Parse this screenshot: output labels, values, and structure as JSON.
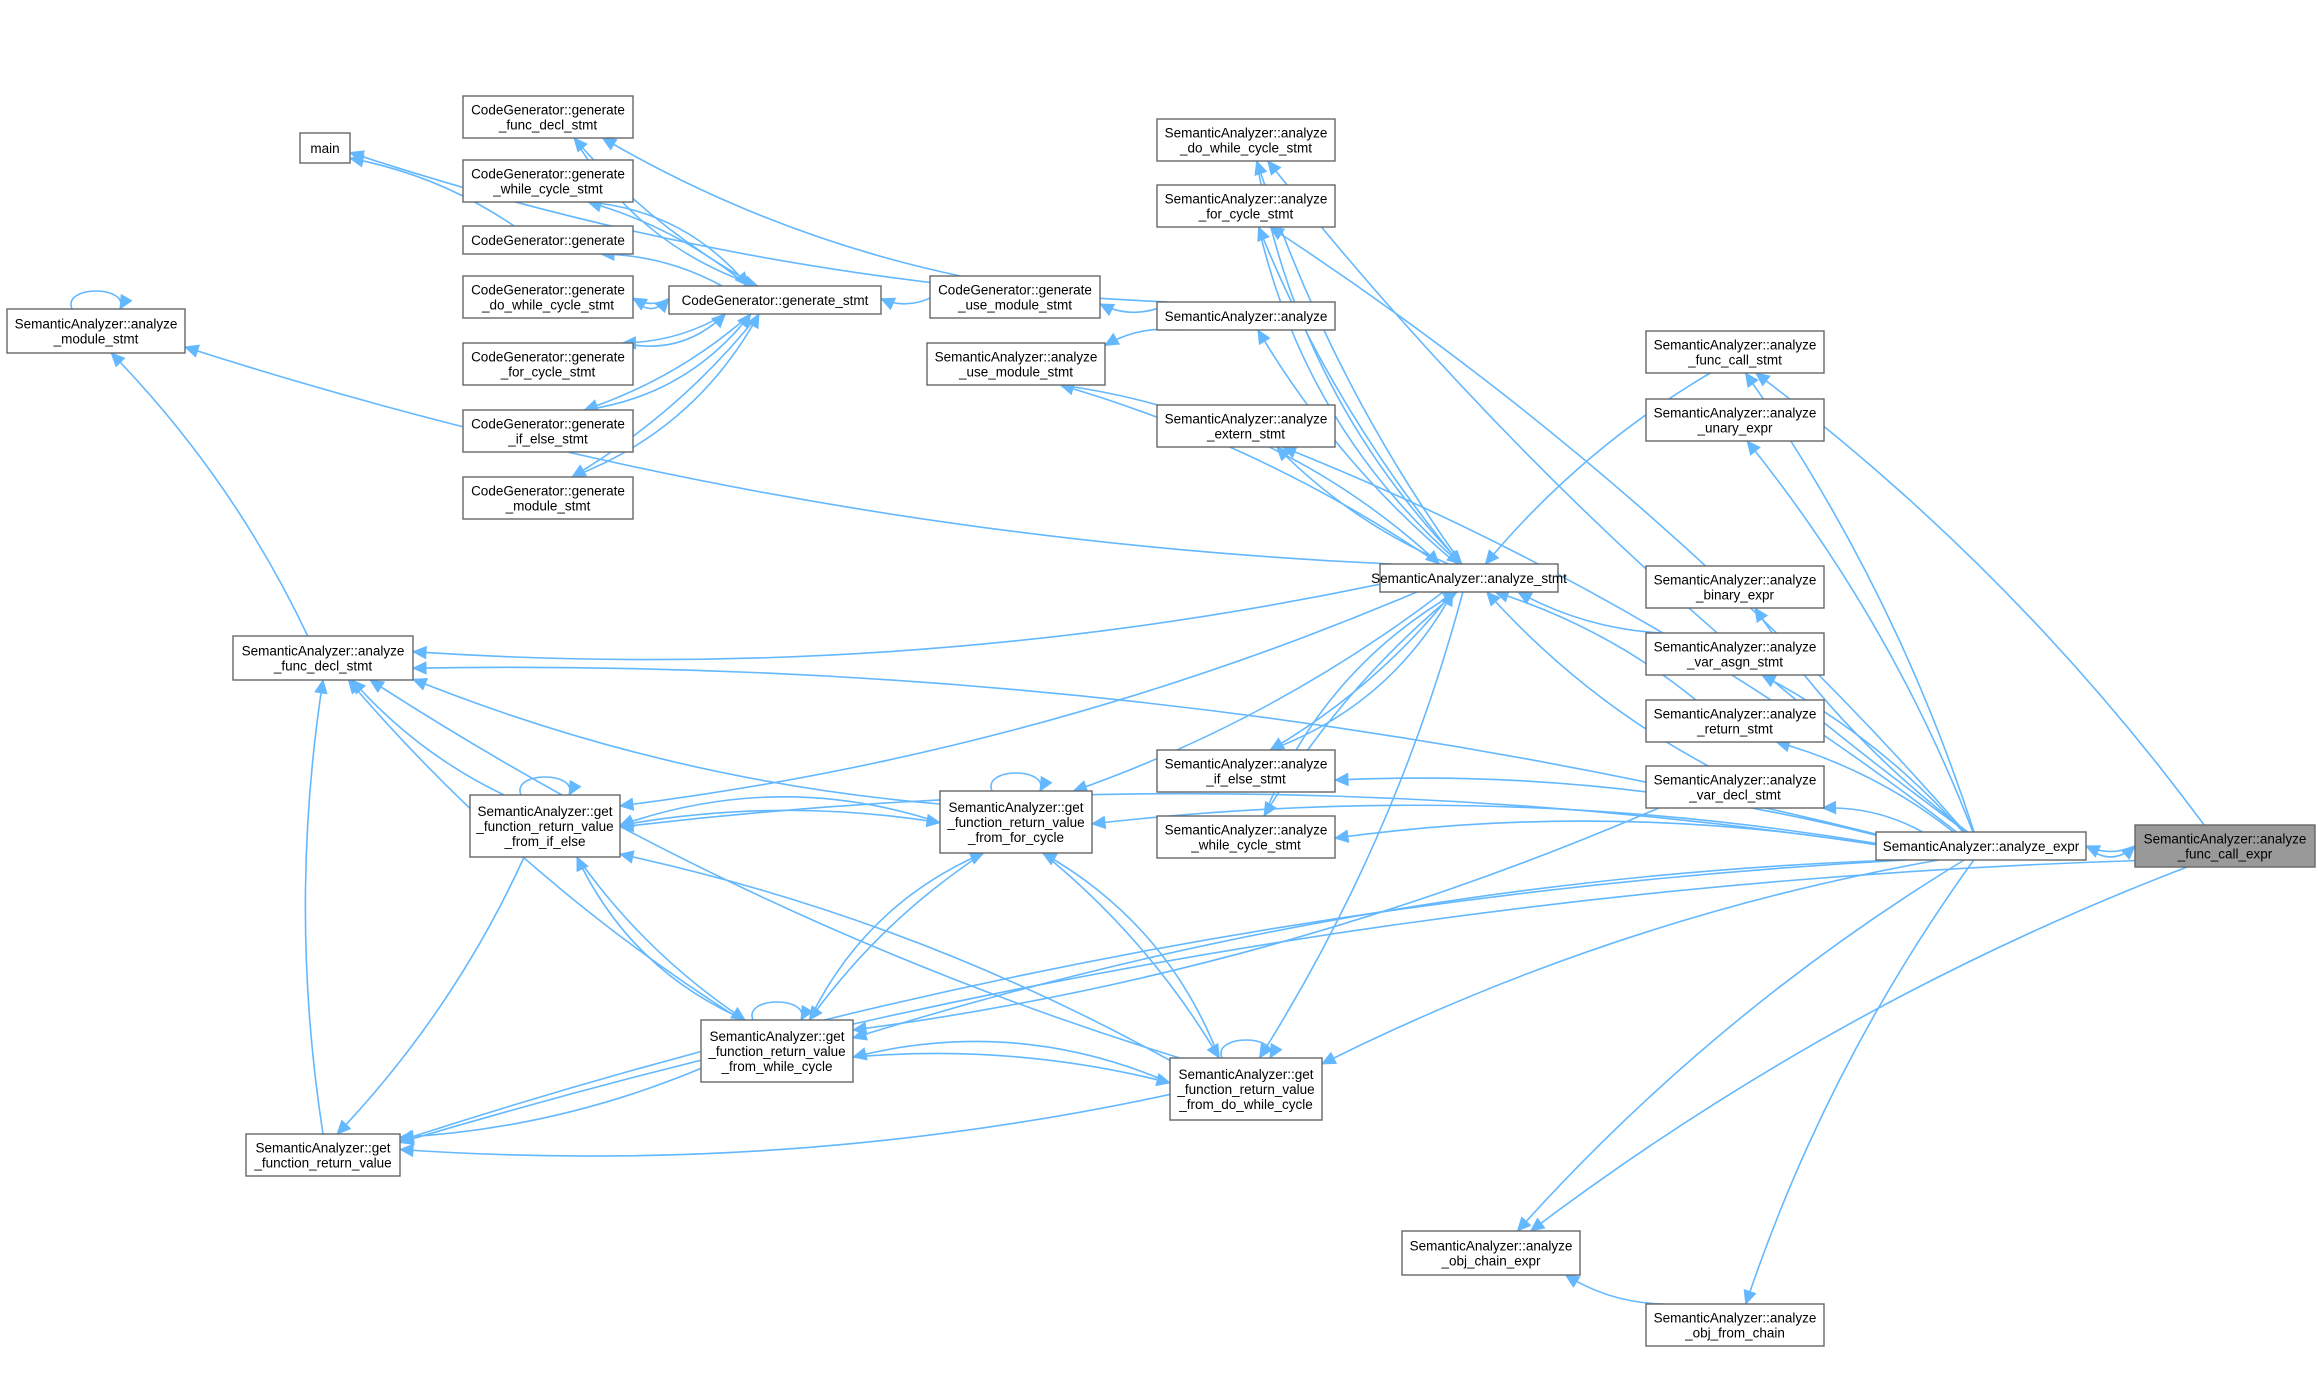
{
  "nodes": {
    "main": {
      "lines": [
        "main"
      ]
    },
    "cg_gen_func_decl": {
      "lines": [
        "CodeGenerator::generate",
        "_func_decl_stmt"
      ]
    },
    "cg_gen_while": {
      "lines": [
        "CodeGenerator::generate",
        "_while_cycle_stmt"
      ]
    },
    "cg_generate": {
      "lines": [
        "CodeGenerator::generate"
      ]
    },
    "cg_gen_do_while": {
      "lines": [
        "CodeGenerator::generate",
        "_do_while_cycle_stmt"
      ]
    },
    "cg_gen_for": {
      "lines": [
        "CodeGenerator::generate",
        "_for_cycle_stmt"
      ]
    },
    "cg_gen_if_else": {
      "lines": [
        "CodeGenerator::generate",
        "_if_else_stmt"
      ]
    },
    "cg_gen_module": {
      "lines": [
        "CodeGenerator::generate",
        "_module_stmt"
      ]
    },
    "cg_gen_stmt": {
      "lines": [
        "CodeGenerator::generate_stmt"
      ]
    },
    "cg_gen_use_module": {
      "lines": [
        "CodeGenerator::generate",
        "_use_module_stmt"
      ]
    },
    "sa_module_stmt": {
      "lines": [
        "SemanticAnalyzer::analyze",
        "_module_stmt"
      ]
    },
    "sa_do_while": {
      "lines": [
        "SemanticAnalyzer::analyze",
        "_do_while_cycle_stmt"
      ]
    },
    "sa_for_cycle": {
      "lines": [
        "SemanticAnalyzer::analyze",
        "_for_cycle_stmt"
      ]
    },
    "sa_analyze": {
      "lines": [
        "SemanticAnalyzer::analyze"
      ]
    },
    "sa_use_module": {
      "lines": [
        "SemanticAnalyzer::analyze",
        "_use_module_stmt"
      ]
    },
    "sa_extern": {
      "lines": [
        "SemanticAnalyzer::analyze",
        "_extern_stmt"
      ]
    },
    "sa_stmt": {
      "lines": [
        "SemanticAnalyzer::analyze_stmt"
      ]
    },
    "sa_func_decl": {
      "lines": [
        "SemanticAnalyzer::analyze",
        "_func_decl_stmt"
      ]
    },
    "sa_if_else": {
      "lines": [
        "SemanticAnalyzer::analyze",
        "_if_else_stmt"
      ]
    },
    "sa_while": {
      "lines": [
        "SemanticAnalyzer::analyze",
        "_while_cycle_stmt"
      ]
    },
    "sa_grv_if_else": {
      "lines": [
        "SemanticAnalyzer::get",
        "_function_return_value",
        "_from_if_else"
      ]
    },
    "sa_grv_for": {
      "lines": [
        "SemanticAnalyzer::get",
        "_function_return_value",
        "_from_for_cycle"
      ]
    },
    "sa_grv_while": {
      "lines": [
        "SemanticAnalyzer::get",
        "_function_return_value",
        "_from_while_cycle"
      ]
    },
    "sa_grv_do_while": {
      "lines": [
        "SemanticAnalyzer::get",
        "_function_return_value",
        "_from_do_while_cycle"
      ]
    },
    "sa_grv": {
      "lines": [
        "SemanticAnalyzer::get",
        "_function_return_value"
      ]
    },
    "sa_func_call_stmt": {
      "lines": [
        "SemanticAnalyzer::analyze",
        "_func_call_stmt"
      ]
    },
    "sa_unary": {
      "lines": [
        "SemanticAnalyzer::analyze",
        "_unary_expr"
      ]
    },
    "sa_binary": {
      "lines": [
        "SemanticAnalyzer::analyze",
        "_binary_expr"
      ]
    },
    "sa_var_asgn": {
      "lines": [
        "SemanticAnalyzer::analyze",
        "_var_asgn_stmt"
      ]
    },
    "sa_return": {
      "lines": [
        "SemanticAnalyzer::analyze",
        "_return_stmt"
      ]
    },
    "sa_var_decl": {
      "lines": [
        "SemanticAnalyzer::analyze",
        "_var_decl_stmt"
      ]
    },
    "sa_expr": {
      "lines": [
        "SemanticAnalyzer::analyze_expr"
      ]
    },
    "sa_func_call_expr": {
      "lines": [
        "SemanticAnalyzer::analyze",
        "_func_call_expr"
      ]
    },
    "sa_obj_chain": {
      "lines": [
        "SemanticAnalyzer::analyze",
        "_obj_chain_expr"
      ]
    },
    "sa_obj_from_chain": {
      "lines": [
        "SemanticAnalyzer::analyze",
        "_obj_from_chain"
      ]
    }
  },
  "highlight_node": "sa_func_call_expr",
  "colors": {
    "edge": "#63b8ff",
    "node_border": "#666666",
    "highlight_fill": "#999999"
  },
  "edges": [
    [
      "sa_func_call_expr",
      "sa_expr"
    ],
    [
      "sa_func_call_expr",
      "sa_func_call_stmt"
    ],
    [
      "sa_func_call_expr",
      "sa_obj_chain"
    ],
    [
      "sa_func_call_expr",
      "sa_grv"
    ],
    [
      "sa_expr",
      "sa_func_call_expr"
    ],
    [
      "sa_expr",
      "sa_func_call_stmt"
    ],
    [
      "sa_expr",
      "sa_unary"
    ],
    [
      "sa_expr",
      "sa_binary"
    ],
    [
      "sa_expr",
      "sa_var_asgn"
    ],
    [
      "sa_expr",
      "sa_return"
    ],
    [
      "sa_expr",
      "sa_var_decl"
    ],
    [
      "sa_expr",
      "sa_obj_chain"
    ],
    [
      "sa_expr",
      "sa_obj_from_chain"
    ],
    [
      "sa_expr",
      "sa_if_else"
    ],
    [
      "sa_expr",
      "sa_while"
    ],
    [
      "sa_expr",
      "sa_do_while"
    ],
    [
      "sa_expr",
      "sa_for_cycle"
    ],
    [
      "sa_expr",
      "sa_extern"
    ],
    [
      "sa_expr",
      "sa_func_decl"
    ],
    [
      "sa_expr",
      "sa_grv_if_else"
    ],
    [
      "sa_expr",
      "sa_grv_for"
    ],
    [
      "sa_expr",
      "sa_grv_while"
    ],
    [
      "sa_expr",
      "sa_grv_do_while"
    ],
    [
      "sa_expr",
      "sa_grv"
    ],
    [
      "sa_func_call_stmt",
      "sa_stmt"
    ],
    [
      "sa_var_asgn",
      "sa_stmt"
    ],
    [
      "sa_return",
      "sa_stmt"
    ],
    [
      "sa_var_decl",
      "sa_stmt"
    ],
    [
      "sa_var_decl",
      "sa_grv_while"
    ],
    [
      "sa_obj_from_chain",
      "sa_obj_chain"
    ],
    [
      "sa_stmt",
      "sa_do_while"
    ],
    [
      "sa_stmt",
      "sa_for_cycle"
    ],
    [
      "sa_stmt",
      "sa_analyze"
    ],
    [
      "sa_stmt",
      "sa_use_module"
    ],
    [
      "sa_stmt",
      "sa_extern"
    ],
    [
      "sa_stmt",
      "sa_if_else"
    ],
    [
      "sa_stmt",
      "sa_while"
    ],
    [
      "sa_stmt",
      "sa_func_decl"
    ],
    [
      "sa_stmt",
      "sa_grv_if_else"
    ],
    [
      "sa_stmt",
      "sa_grv_for"
    ],
    [
      "sa_stmt",
      "sa_grv_do_while"
    ],
    [
      "sa_stmt",
      "sa_module_stmt"
    ],
    [
      "sa_do_while",
      "sa_stmt"
    ],
    [
      "sa_for_cycle",
      "sa_stmt"
    ],
    [
      "sa_if_else",
      "sa_stmt"
    ],
    [
      "sa_while",
      "sa_stmt"
    ],
    [
      "sa_analyze",
      "sa_use_module"
    ],
    [
      "sa_analyze",
      "main"
    ],
    [
      "sa_use_module",
      "sa_stmt"
    ],
    [
      "sa_analyze",
      "cg_gen_use_module"
    ],
    [
      "cg_gen_use_module",
      "cg_gen_stmt"
    ],
    [
      "cg_gen_use_module",
      "cg_gen_func_decl"
    ],
    [
      "cg_gen_stmt",
      "cg_generate"
    ],
    [
      "cg_gen_stmt",
      "cg_gen_do_while"
    ],
    [
      "cg_gen_stmt",
      "cg_gen_for"
    ],
    [
      "cg_gen_stmt",
      "cg_gen_if_else"
    ],
    [
      "cg_gen_stmt",
      "cg_gen_module"
    ],
    [
      "cg_gen_stmt",
      "cg_gen_while"
    ],
    [
      "cg_gen_stmt",
      "cg_gen_func_decl"
    ],
    [
      "cg_gen_do_while",
      "cg_gen_stmt"
    ],
    [
      "cg_gen_for",
      "cg_gen_stmt"
    ],
    [
      "cg_gen_if_else",
      "cg_gen_stmt"
    ],
    [
      "cg_gen_module",
      "cg_gen_stmt"
    ],
    [
      "cg_gen_while",
      "cg_gen_stmt"
    ],
    [
      "cg_gen_func_decl",
      "cg_gen_stmt"
    ],
    [
      "cg_generate",
      "main"
    ],
    [
      "sa_func_decl",
      "sa_module_stmt"
    ],
    [
      "sa_module_stmt",
      "sa_module_stmt"
    ],
    [
      "sa_grv_if_else",
      "sa_func_decl"
    ],
    [
      "sa_grv_if_else",
      "sa_grv_if_else"
    ],
    [
      "sa_grv_if_else",
      "sa_grv_for"
    ],
    [
      "sa_grv_if_else",
      "sa_grv_while"
    ],
    [
      "sa_grv_if_else",
      "sa_grv"
    ],
    [
      "sa_grv_for",
      "sa_func_decl"
    ],
    [
      "sa_grv_for",
      "sa_grv_for"
    ],
    [
      "sa_grv_for",
      "sa_grv_if_else"
    ],
    [
      "sa_grv_for",
      "sa_grv_while"
    ],
    [
      "sa_grv_for",
      "sa_grv_do_while"
    ],
    [
      "sa_grv_while",
      "sa_func_decl"
    ],
    [
      "sa_grv_while",
      "sa_grv_while"
    ],
    [
      "sa_grv_while",
      "sa_grv_if_else"
    ],
    [
      "sa_grv_while",
      "sa_grv_for"
    ],
    [
      "sa_grv_while",
      "sa_grv_do_while"
    ],
    [
      "sa_grv_while",
      "sa_grv"
    ],
    [
      "sa_grv_do_while",
      "sa_grv_do_while"
    ],
    [
      "sa_grv_do_while",
      "sa_grv_if_else"
    ],
    [
      "sa_grv_do_while",
      "sa_grv_for"
    ],
    [
      "sa_grv_do_while",
      "sa_grv_while"
    ],
    [
      "sa_grv_do_while",
      "sa_grv"
    ],
    [
      "sa_grv_do_while",
      "sa_func_decl"
    ],
    [
      "sa_grv",
      "sa_func_decl"
    ]
  ]
}
